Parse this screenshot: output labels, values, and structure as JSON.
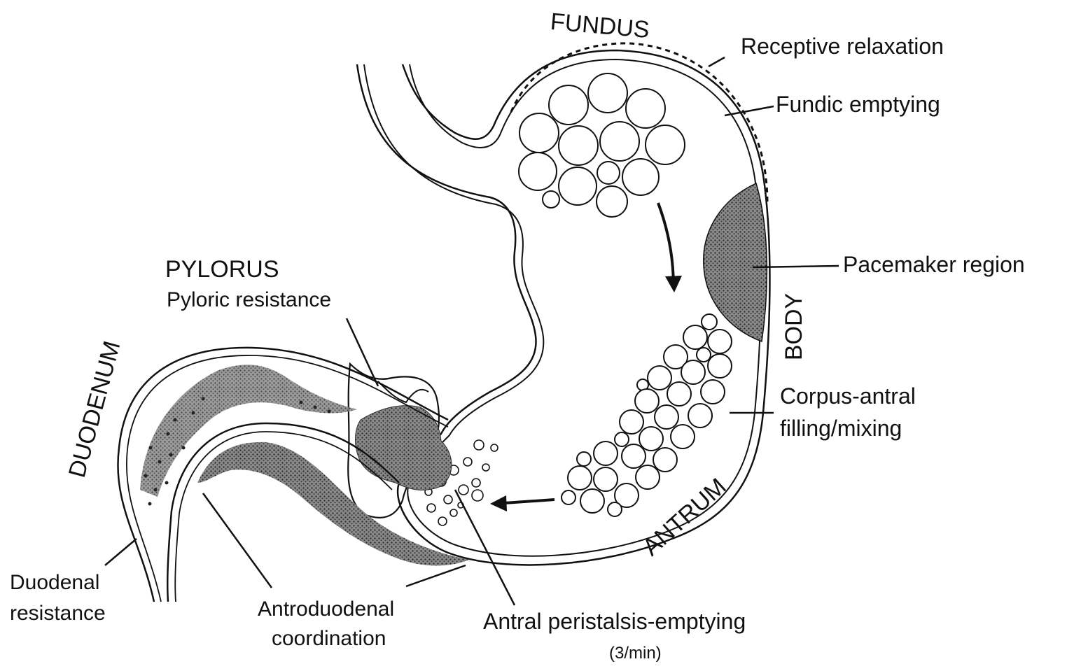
{
  "regions": {
    "fundus": "FUNDUS",
    "body": "BODY",
    "antrum": "ANTRUM",
    "pylorus": "PYLORUS",
    "duodenum": "DUODENUM"
  },
  "labels": {
    "receptive_relaxation": "Receptive relaxation",
    "fundic_emptying": "Fundic emptying",
    "pacemaker_region": "Pacemaker region",
    "corpus_antral_1": "Corpus-antral",
    "corpus_antral_2": "filling/mixing",
    "pyloric_resistance": "Pyloric resistance",
    "duodenal_resistance_1": "Duodenal",
    "duodenal_resistance_2": "resistance",
    "antroduodenal_1": "Antroduodenal",
    "antroduodenal_2": "coordination",
    "antral_peristalsis": "Antral peristalsis-emptying",
    "antral_rate": "(3/min)"
  },
  "colors": {
    "ink": "#111111",
    "shade": "#7a7a7a",
    "paper": "#ffffff"
  }
}
